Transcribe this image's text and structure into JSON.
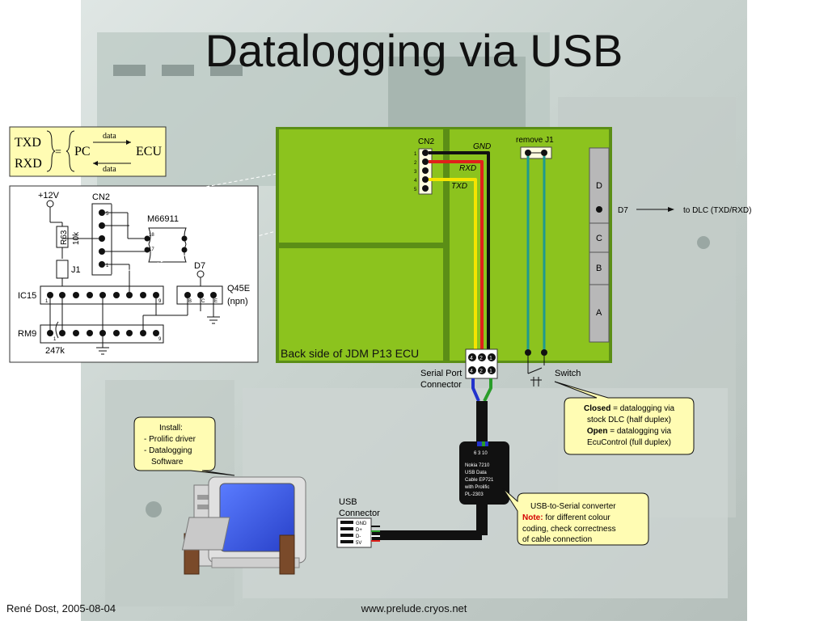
{
  "title": "Datalogging via USB",
  "colors": {
    "board": "#8cc31e",
    "board_dark": "#5b8e16",
    "callout": "#fffcb3",
    "wire_black": "#111111",
    "wire_red": "#e0201a",
    "wire_yellow": "#f5e400",
    "wire_blue": "#2233cc",
    "wire_green": "#2a9d2a",
    "wire_teal": "#1f9a8e",
    "connector_gray": "#b8b8b8",
    "note_red": "#d40000"
  },
  "formula": {
    "txd": "TXD",
    "rxd": "RXD",
    "pc": "PC",
    "ecu": "ECU",
    "data_top": "data",
    "data_bottom": "data"
  },
  "schematic": {
    "v12": "+12V",
    "cn2": "CN2",
    "m66911": "M66911",
    "r63": "R63",
    "r63_value": "10k",
    "j1": "J1",
    "d7": "D7",
    "ic15": "IC15",
    "rm9": "RM9",
    "rm9_value": "247k",
    "q45e": "Q45E",
    "npn": "(npn)",
    "pins": {
      "p5": "5",
      "p1": "1",
      "p18": "18",
      "p17": "17",
      "p9a": "9",
      "p9b": "9",
      "p1b": "1",
      "p1c": "1",
      "b": "B",
      "c": "C",
      "e": "E"
    }
  },
  "board": {
    "caption": "Back side of JDM P13 ECU",
    "cn2": "CN2",
    "pins": [
      "1",
      "2",
      "3",
      "4",
      "5"
    ],
    "gnd": "GND",
    "rxd": "RXD",
    "txd": "TXD",
    "remove_j1": "remove J1",
    "slots": [
      "D",
      "C",
      "B",
      "A"
    ],
    "d7": "D7",
    "to_dlc": "to DLC (TXD/RXD)"
  },
  "serial_port": {
    "label_line1": "Serial Port",
    "label_line2": "Connector",
    "top_pins": [
      "4",
      "2",
      "1"
    ],
    "bottom_pins": [
      "4",
      "2",
      "1"
    ]
  },
  "switch_label": "Switch",
  "callout_switch": {
    "closed_bold": "Closed",
    "closed_text": " = datalogging via",
    "line2": "stock DLC (half duplex)",
    "open_bold": "Open",
    "open_text": " = datalogging via",
    "line4": "EcuControl (full duplex)"
  },
  "callout_install": {
    "line1": "Install:",
    "line2": "- Prolific driver",
    "line3": "- Datalogging",
    "line4": "Software"
  },
  "cable": {
    "pins_label": "6 3 10",
    "line1": "Nokia 7210",
    "line2": "USB Data",
    "line3": "Cable EP721",
    "line4": "with Prolific",
    "line5": "PL-2303"
  },
  "callout_converter": {
    "line1": "USB-to-Serial converter",
    "note_bold": "Note:",
    "note_text": " for different colour",
    "line3": "coding, check correctness",
    "line4": "of cable connection"
  },
  "usb": {
    "label_line1": "USB",
    "label_line2": "Connector",
    "pins": [
      "GND",
      "D+",
      "D-",
      "5V"
    ]
  },
  "footer": {
    "author": "René Dost, 2005-08-04",
    "url": "www.prelude.cryos.net"
  }
}
